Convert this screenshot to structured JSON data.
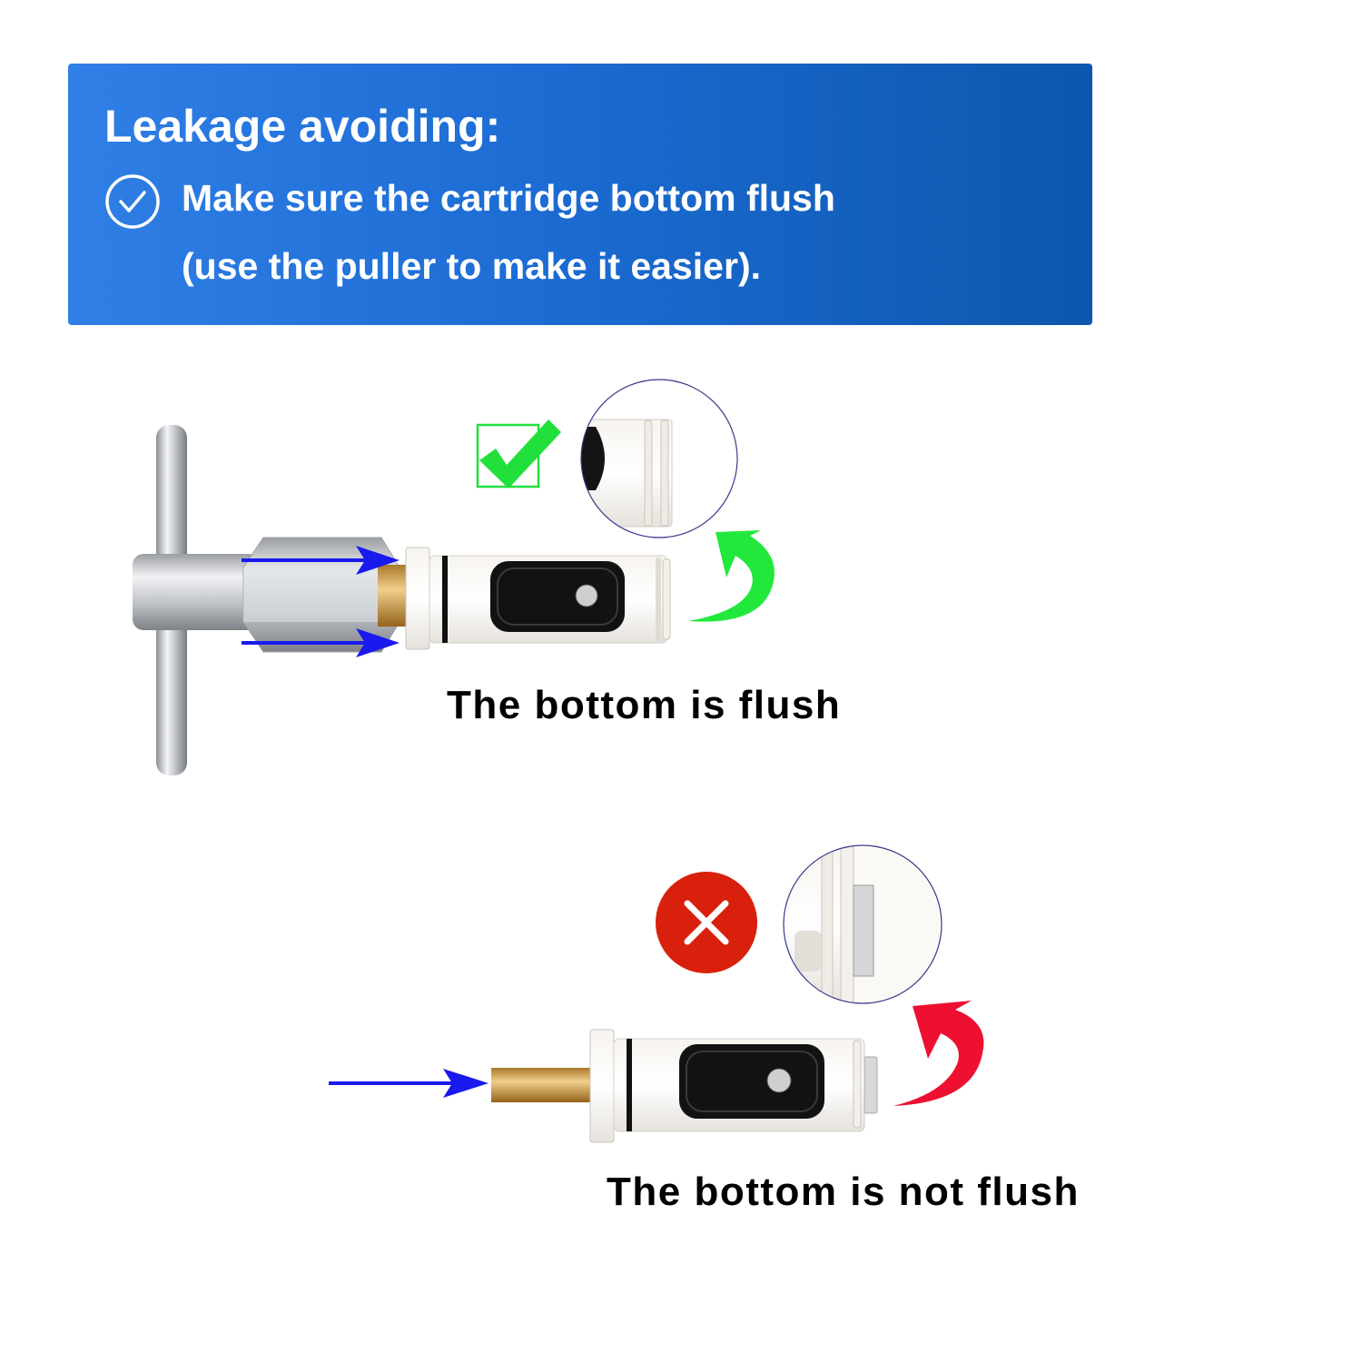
{
  "banner": {
    "title": "Leakage avoiding:",
    "line1": "Make sure the cartridge bottom flush",
    "line2": "(use the puller to make it easier).",
    "icon": "check-circle-icon",
    "gradient": [
      "#2f7fe6",
      "#0c57ad"
    ]
  },
  "correct_example": {
    "caption": "The bottom is flush",
    "status_icon": "green-checkbox-icon",
    "status_color": "#22e03c",
    "arrow_color": "#1a1aee",
    "curved_arrow_color": "#22e83c"
  },
  "incorrect_example": {
    "caption": "The bottom is not flush",
    "status_icon": "red-x-circle-icon",
    "status_color": "#d8200c",
    "arrow_color": "#1a1aee",
    "curved_arrow_color": "#ee1030"
  }
}
